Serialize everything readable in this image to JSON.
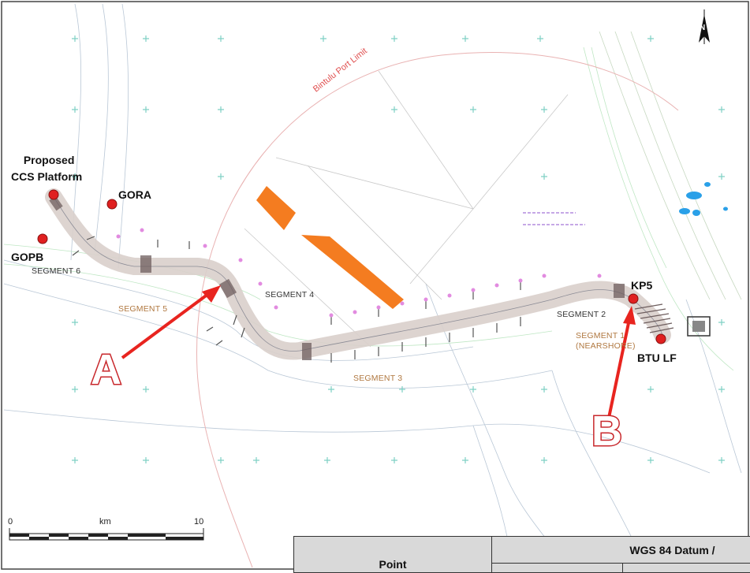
{
  "map": {
    "port_limit_label": "Bintulu Port Limit",
    "points": [
      {
        "id": "proposed-ccs-platform",
        "label_line1": "Proposed",
        "label_line2": "CCS Platform"
      },
      {
        "id": "gora",
        "label": "GORA"
      },
      {
        "id": "gopb",
        "label": "GOPB"
      },
      {
        "id": "kp5",
        "label": "KP5"
      },
      {
        "id": "btu-lf",
        "label": "BTU LF"
      }
    ],
    "segments": {
      "segment1_line1": "SEGMENT 1",
      "segment1_line2": "(NEARSHORE)",
      "segment2": "SEGMENT 2",
      "segment3": "SEGMENT 3",
      "segment4": "SEGMENT 4",
      "segment5": "SEGMENT 5",
      "segment6": "SEGMENT 6"
    },
    "callouts": {
      "a": "A",
      "b": "B"
    },
    "north_label": "N",
    "colors": {
      "marker": "#e02020",
      "arrow": "#e8241f",
      "corridor": "#d9cfcb",
      "hatch": "#f07a1a",
      "port_limit": "#e05050"
    }
  },
  "scale_bar": {
    "start": "0",
    "unit": "km",
    "end": "10"
  },
  "table": {
    "header_point": "Point",
    "header_datum": "WGS 84 Datum /"
  }
}
